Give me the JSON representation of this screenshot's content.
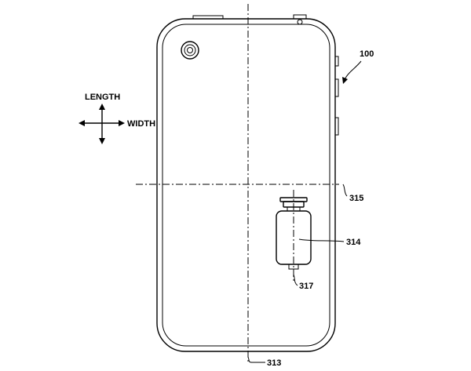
{
  "labels": {
    "length": "LENGTH",
    "width": "WIDTH",
    "ref_device": "100",
    "ref_axis_width": "315",
    "ref_motor": "314",
    "ref_shaft": "317",
    "ref_axis_length": "313"
  },
  "colors": {
    "line": "#000000",
    "background": "#ffffff"
  }
}
